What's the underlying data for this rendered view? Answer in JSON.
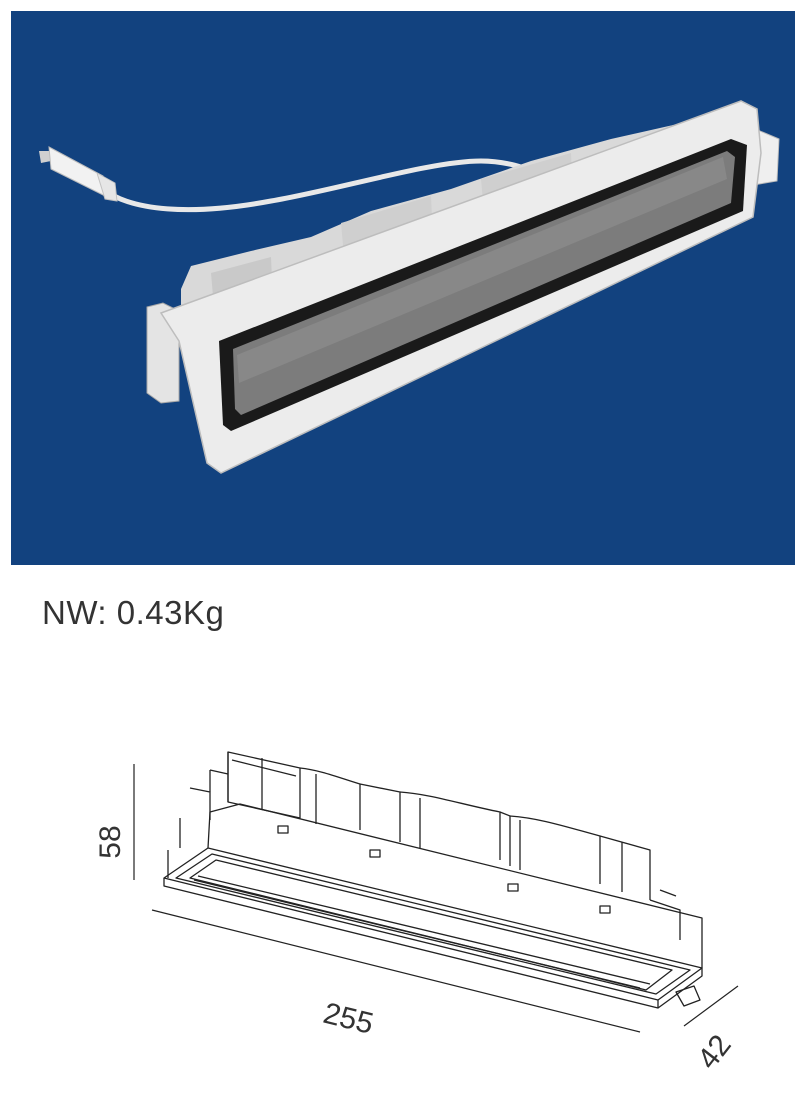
{
  "product": {
    "net_weight_label": "NW: 0.43Kg",
    "photo_background": "#12427f"
  },
  "drawing": {
    "height_dim": "58",
    "length_dim": "255",
    "depth_dim": "42"
  }
}
